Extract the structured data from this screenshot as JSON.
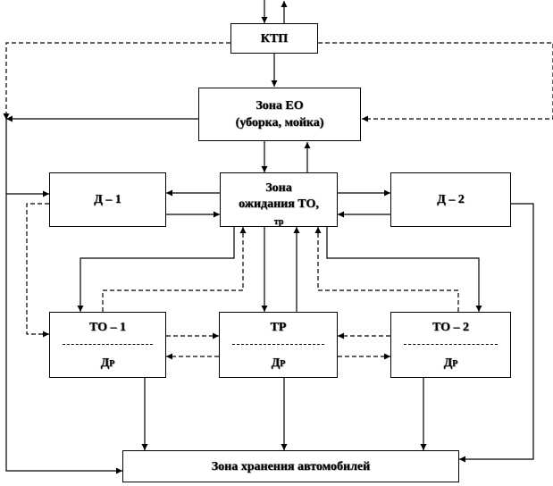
{
  "nodes": {
    "ktp": "КТП",
    "eo": {
      "line1": "Зона ЕО",
      "line2": "(уборка, мойка)"
    },
    "d1": "Д – 1",
    "d2": "Д – 2",
    "wait": {
      "line1": "Зона",
      "line2": "ожидания ТО,",
      "line3": "тр"
    },
    "to1": {
      "title": "ТО – 1",
      "bottom": "Д",
      "bottom_sub": "Р"
    },
    "tr": {
      "title": "ТР",
      "bottom": "Д",
      "bottom_sub": "Р"
    },
    "to2": {
      "title": "ТО – 2",
      "bottom": "Д",
      "bottom_sub": "Р"
    },
    "storage": "Зона хранения автомобилей"
  }
}
